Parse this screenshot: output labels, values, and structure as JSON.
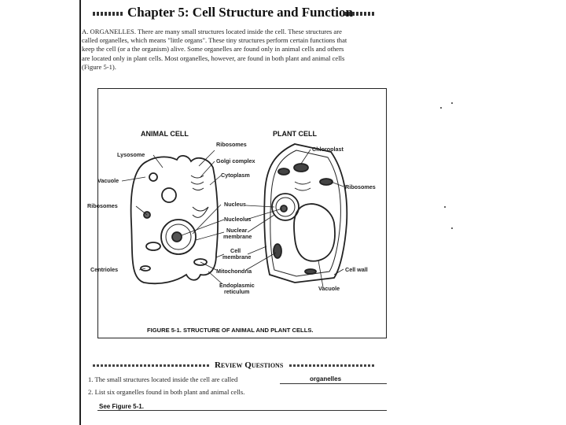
{
  "header": {
    "chapter_title": "Chapter 5: Cell Structure and Function"
  },
  "intro": {
    "lines": [
      "A.  ORGANELLES. There are many small structures located inside the cell. These structures are",
      "called organelles, which means \"little organs\". These tiny structures perform certain functions that",
      "keep the cell (or a the organism) alive.  Some organelles are found only in animal cells and others",
      "are located only in plant cells.  Most organelles, however, are found in both plant and animal cells",
      "(Figure 5-1)."
    ]
  },
  "figure": {
    "animal_header": "ANIMAL CELL",
    "plant_header": "PLANT CELL",
    "labels": {
      "lysosome": "Lysosome",
      "vacuole": "Vacuole",
      "ribosomes_left": "Ribosomes",
      "centrioles": "Centrioles",
      "ribosomes_top": "Ribosomes",
      "golgi": "Golgi complex",
      "cytoplasm": "Cytoplasm",
      "nucleus": "Nucleus",
      "nucleolus": "Nucleolus",
      "nuclear_membrane_1": "Nuclear",
      "nuclear_membrane_2": "membrane",
      "cell_membrane_1": "Cell",
      "cell_membrane_2": "membrane",
      "mitochondria": "Mitochondria",
      "er_1": "Endoplasmic",
      "er_2": "reticulum",
      "chloroplast": "Chloroplast",
      "ribosomes_right": "Ribosomes",
      "cell_wall": "Cell wall",
      "vacuole_plant": "Vacuole"
    },
    "caption": "FIGURE 5-1.  STRUCTURE OF ANIMAL AND PLANT CELLS."
  },
  "review": {
    "title": "Review Questions",
    "q1_text": "1.  The small structures located inside the cell are called",
    "q1_answer": "organelles",
    "q2_text": "2.  List six organelles found in both plant and animal cells.",
    "q2_answer": "See Figure 5-1."
  }
}
